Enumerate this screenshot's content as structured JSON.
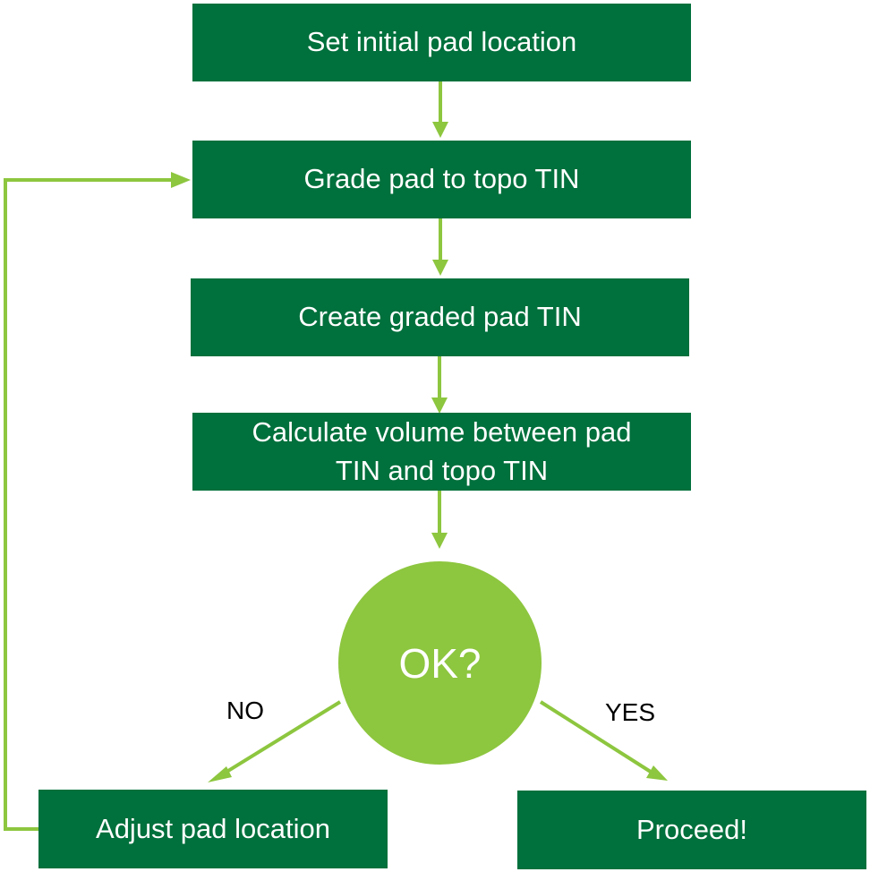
{
  "colors": {
    "box_fill": "#00703c",
    "decision_fill": "#8dc63f",
    "connector": "#8dc63f",
    "box_text": "#ffffff",
    "label_text": "#000000"
  },
  "flowchart": {
    "steps": {
      "set_initial": "Set initial pad location",
      "grade_pad": "Grade pad to topo TIN",
      "create_tin": "Create graded pad TIN",
      "calculate_line1": "Calculate volume between pad",
      "calculate_line2": "TIN and topo TIN"
    },
    "decision": "OK?",
    "branches": {
      "no_label": "NO",
      "yes_label": "YES"
    },
    "outcomes": {
      "adjust": "Adjust pad location",
      "proceed": "Proceed!"
    }
  }
}
